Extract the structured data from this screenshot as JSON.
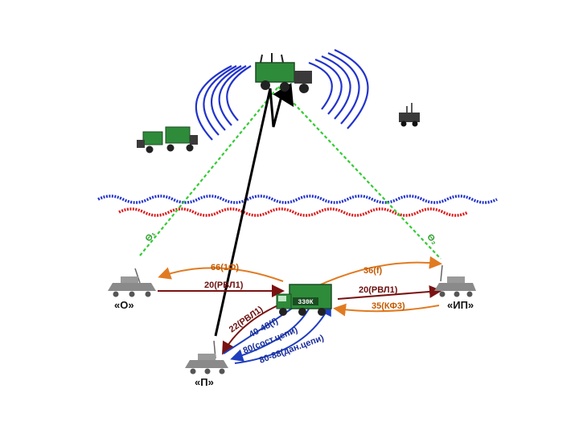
{
  "nodes": {
    "o": "«О»",
    "ip": "«ИП»",
    "p": "«П»"
  },
  "central_vehicle": {
    "plate": "330К"
  },
  "links": {
    "o_upper": "66(1Ф)",
    "o_lower": "20(РВЛ1)",
    "ip_upper": "36(f)",
    "ip_middle": "20(РВЛ1)",
    "ip_lower": "35(КФ3)",
    "p_1": "22(РВЛ1)",
    "p_2": "40-48(f)",
    "p_3": "80(сост.цепи)",
    "p_4": "80-88(дан.цепи)"
  },
  "angles": {
    "left": "Θ₁",
    "right": "Θ₂"
  },
  "colors": {
    "orange": "#e07b22",
    "dark_red": "#7a1212",
    "blue": "#1f3fbf",
    "green_dash": "#33cc33",
    "wave_blue": "#2233cc",
    "wave_red": "#dd1a1a",
    "vehicle_green": "#2e8b3a"
  }
}
